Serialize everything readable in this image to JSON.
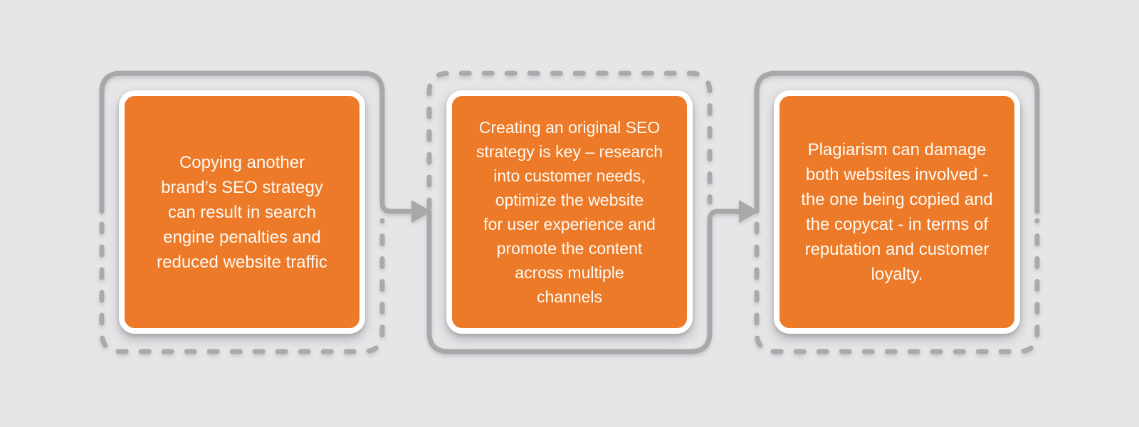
{
  "diagram": {
    "title": "SEO plagiarism consequences flow",
    "background_color": "#e5e6e8",
    "accent_color": "#ec7a28",
    "connector_color": "#a7a8aa",
    "card_border_color": "#ffffff",
    "text_color": "#fdfaf4",
    "steps": [
      {
        "index": 1,
        "outline_style": "solid-upper-dashed-lower",
        "text": "Copying another\nbrand’s SEO strategy\ncan result in search\nengine penalties and\nreduced website traffic"
      },
      {
        "index": 2,
        "outline_style": "dashed-upper-solid-lower",
        "text": "Creating an original SEO\nstrategy is key – research\ninto customer needs,\noptimize the website\nfor user experience and\npromote the content\nacross multiple\nchannels"
      },
      {
        "index": 3,
        "outline_style": "solid-upper-dashed-lower",
        "text": "Plagiarism can damage\nboth websites involved -\nthe one being copied and\nthe copycat - in terms of\nreputation and customer\nloyalty."
      }
    ],
    "connectors": [
      {
        "from": 1,
        "to": 2,
        "type": "arrow-right"
      },
      {
        "from": 2,
        "to": 3,
        "type": "arrow-right"
      }
    ]
  }
}
